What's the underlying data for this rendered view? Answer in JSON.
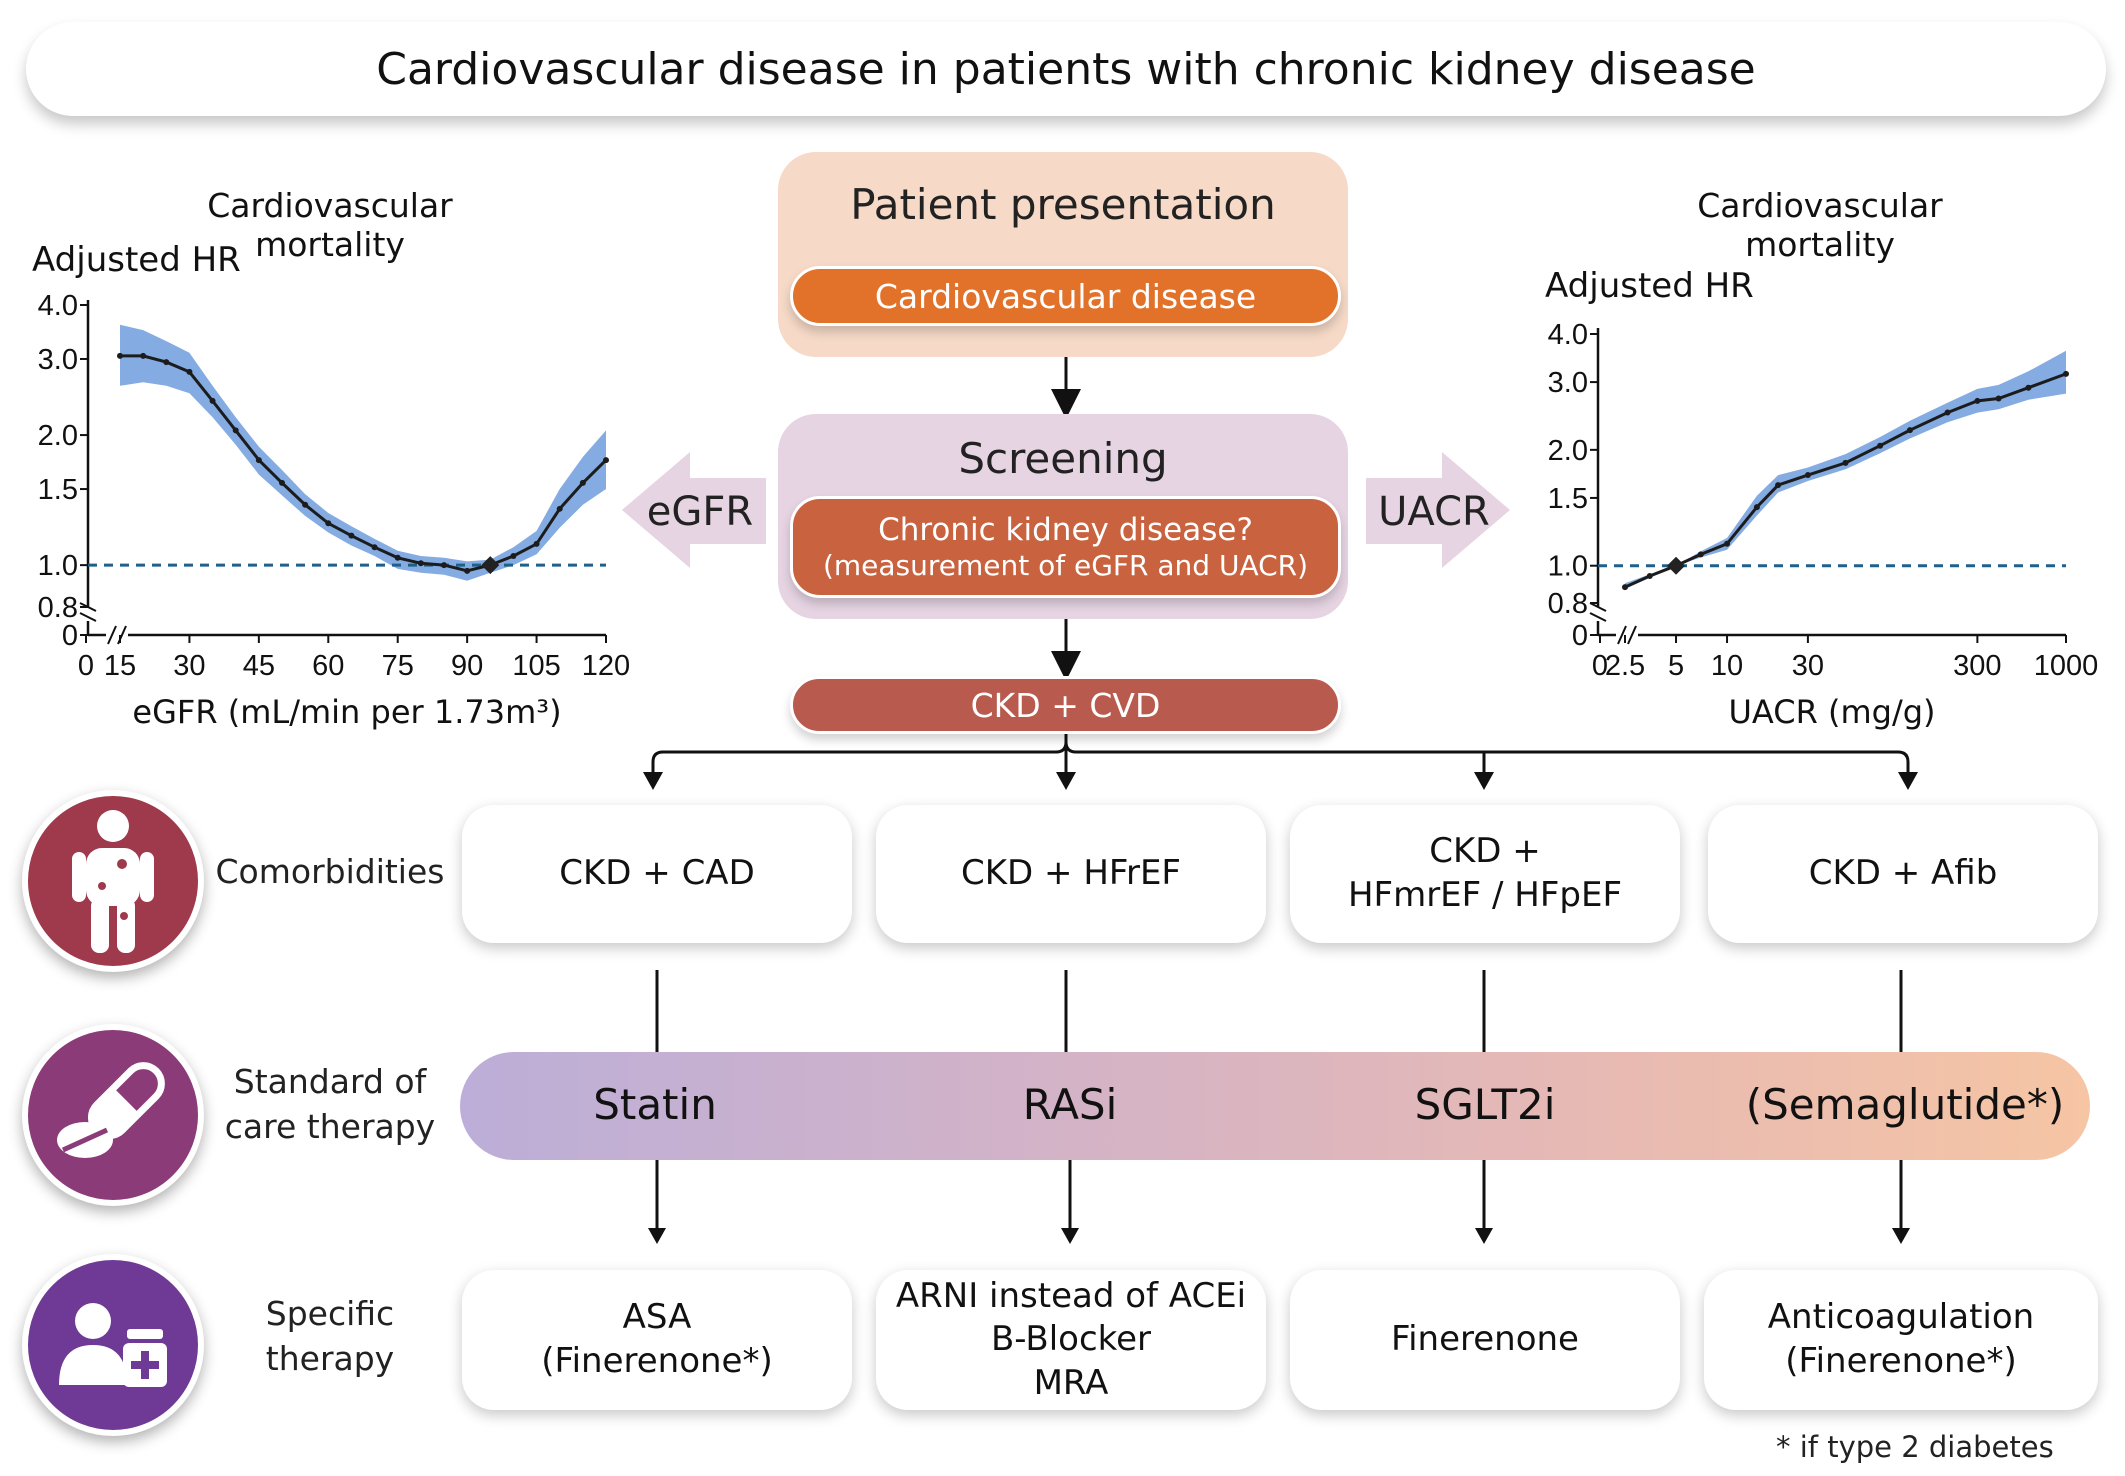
{
  "title": "Cardiovascular disease in patients with chronic kidney disease",
  "flow": {
    "presentation_title": "Patient presentation",
    "presentation_item": "Cardiovascular disease",
    "screening_title": "Screening",
    "screening_item_line1": "Chronic kidney disease?",
    "screening_item_line2": "(measurement of eGFR and UACR)",
    "outcome": "CKD + CVD",
    "left_arrow_label": "eGFR",
    "right_arrow_label": "UACR"
  },
  "chart_data": [
    {
      "type": "line",
      "title": "Cardiovascular mortality",
      "ylabel": "Adjusted HR",
      "xlabel": "eGFR (mL/min per 1.73m³)",
      "y_scale": "log",
      "x_ticks": [
        "0",
        "15",
        "30",
        "45",
        "60",
        "75",
        "90",
        "105",
        "120"
      ],
      "y_ticks": [
        "0",
        "0.8",
        "1.0",
        "1.5",
        "2.0",
        "3.0",
        "4.0"
      ],
      "reference_line": 1.0,
      "reference_point": {
        "x": 95,
        "y": 1.0
      },
      "series": [
        {
          "x": [
            15,
            20,
            25,
            30,
            35,
            40,
            45,
            50,
            55,
            60,
            65,
            70,
            75,
            80,
            85,
            90,
            95,
            100,
            105,
            110,
            115,
            120
          ],
          "y": [
            3.05,
            3.05,
            2.95,
            2.8,
            2.4,
            2.05,
            1.75,
            1.55,
            1.38,
            1.25,
            1.17,
            1.1,
            1.04,
            1.01,
            1.0,
            0.97,
            1.0,
            1.05,
            1.12,
            1.35,
            1.55,
            1.75
          ],
          "ci_low": [
            2.6,
            2.65,
            2.6,
            2.5,
            2.2,
            1.9,
            1.62,
            1.45,
            1.3,
            1.19,
            1.11,
            1.05,
            0.98,
            0.96,
            0.95,
            0.92,
            0.96,
            1.0,
            1.06,
            1.22,
            1.38,
            1.5
          ],
          "ci_high": [
            3.6,
            3.5,
            3.3,
            3.1,
            2.6,
            2.2,
            1.88,
            1.66,
            1.46,
            1.32,
            1.23,
            1.15,
            1.08,
            1.05,
            1.04,
            1.02,
            1.03,
            1.1,
            1.2,
            1.5,
            1.78,
            2.05
          ]
        }
      ],
      "colors": {
        "line": "#1c1c1c",
        "band": "#5b8fd8",
        "reference": "#1f5f8b"
      }
    },
    {
      "type": "line",
      "title": "Cardiovascular mortality",
      "ylabel": "Adjusted HR",
      "xlabel": "UACR (mg/g)",
      "x_scale": "log",
      "y_scale": "log",
      "x_ticks": [
        "0",
        "2.5",
        "5",
        "10",
        "30",
        "300",
        "1000"
      ],
      "y_ticks": [
        "0",
        "0.8",
        "1.0",
        "1.5",
        "2.0",
        "3.0",
        "4.0"
      ],
      "reference_line": 1.0,
      "reference_point": {
        "x": 5,
        "y": 1.0
      },
      "series": [
        {
          "x": [
            2.5,
            3.5,
            5,
            7,
            10,
            15,
            20,
            30,
            50,
            80,
            120,
            200,
            300,
            400,
            600,
            1000
          ],
          "y": [
            0.88,
            0.94,
            1.0,
            1.07,
            1.14,
            1.42,
            1.62,
            1.72,
            1.85,
            2.05,
            2.25,
            2.5,
            2.68,
            2.72,
            2.9,
            3.15
          ],
          "ci_low": [
            0.87,
            0.93,
            1.0,
            1.05,
            1.1,
            1.35,
            1.55,
            1.66,
            1.78,
            1.96,
            2.14,
            2.36,
            2.5,
            2.55,
            2.7,
            2.8
          ],
          "ci_high": [
            0.9,
            0.95,
            1.0,
            1.09,
            1.18,
            1.52,
            1.72,
            1.8,
            1.95,
            2.16,
            2.38,
            2.65,
            2.88,
            2.95,
            3.2,
            3.62
          ]
        }
      ],
      "colors": {
        "line": "#1c1c1c",
        "band": "#5b8fd8",
        "reference": "#1f5f8b"
      }
    }
  ],
  "rows": {
    "comorbidities_label": "Comorbidities",
    "standard_label_line1": "Standard of",
    "standard_label_line2": "care therapy",
    "specific_label_line1": "Specific",
    "specific_label_line2": "therapy"
  },
  "comorbidities": [
    {
      "line1": "CKD + CAD",
      "line2": ""
    },
    {
      "line1": "CKD + HFrEF",
      "line2": ""
    },
    {
      "line1": "CKD +",
      "line2": "HFmrEF / HFpEF"
    },
    {
      "line1": "CKD + Afib",
      "line2": ""
    }
  ],
  "standard_therapy": [
    "Statin",
    "RASi",
    "SGLT2i",
    "(Semaglutide*)"
  ],
  "specific_therapy": [
    {
      "line1": "ASA",
      "line2": "(Finerenone*)",
      "line3": ""
    },
    {
      "line1": "ARNI instead of ACEi",
      "line2": "B-Blocker",
      "line3": "MRA"
    },
    {
      "line1": "Finerenone",
      "line2": "",
      "line3": ""
    },
    {
      "line1": "Anticoagulation",
      "line2": "(Finerenone*)",
      "line3": ""
    }
  ],
  "footnote": "* if type 2 diabetes",
  "icons": {
    "comorbidities": "person-body-icon",
    "standard": "pill-capsule-icon",
    "specific": "patient-medicine-icon"
  },
  "colors": {
    "circle_comorbidities": "#9e3a4c",
    "circle_standard": "#8a3b78",
    "circle_specific": "#6f3a96"
  }
}
